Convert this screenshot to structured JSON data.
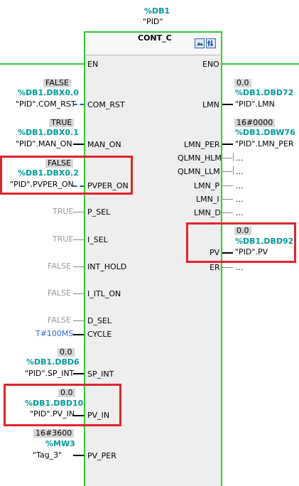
{
  "instance": {
    "db": "%DB1",
    "name": "\"PID\""
  },
  "block": {
    "type": "CONT_C"
  },
  "en_label": "EN",
  "eno_label": "ENO",
  "inputs": [
    {
      "pin": "COM_RST",
      "value": "FALSE",
      "address": "%DB1.DBX0.0",
      "tag": "\"PID\".COM_RST"
    },
    {
      "pin": "MAN_ON",
      "value": "TRUE",
      "address": "%DB1.DBX0.1",
      "tag": "\"PID\".MAN_ON"
    },
    {
      "pin": "PVPER_ON",
      "value": "FALSE",
      "address": "%DB1.DBX0.2",
      "tag": "\"PID\".PVPER_ON"
    },
    {
      "pin": "P_SEL",
      "value": "TRUE"
    },
    {
      "pin": "I_SEL",
      "value": "TRUE"
    },
    {
      "pin": "INT_HOLD",
      "value": "FALSE"
    },
    {
      "pin": "I_ITL_ON",
      "value": "FALSE"
    },
    {
      "pin": "D_SEL",
      "value": "FALSE"
    },
    {
      "pin": "CYCLE",
      "value": "T#100MS"
    },
    {
      "pin": "SP_INT",
      "value": "0.0",
      "address": "%DB1.DBD6",
      "tag": "\"PID\".SP_INT"
    },
    {
      "pin": "PV_IN",
      "value": "0.0",
      "address": "%DB1.DBD10",
      "tag": "\"PID\".PV_IN"
    },
    {
      "pin": "PV_PER",
      "value": "16#3600",
      "address": "%MW3",
      "tag": "\"Tag_3\""
    }
  ],
  "outputs": [
    {
      "pin": "LMN",
      "value": "0.0",
      "address": "%DB1.DBD72",
      "tag": "\"PID\".LMN"
    },
    {
      "pin": "LMN_PER",
      "value": "16#0000",
      "address": "%DB1.DBW76",
      "tag": "\"PID\".LMN_PER"
    },
    {
      "pin": "QLMN_HLM",
      "tag": "..."
    },
    {
      "pin": "QLMN_LLM",
      "tag": "..."
    },
    {
      "pin": "LMN_P",
      "tag": "..."
    },
    {
      "pin": "LMN_I",
      "tag": "..."
    },
    {
      "pin": "LMN_D",
      "tag": "..."
    },
    {
      "pin": "PV",
      "value": "0.0",
      "address": "%DB1.DBD92",
      "tag": "\"PID\".PV"
    },
    {
      "pin": "ER",
      "tag": "..."
    }
  ],
  "colors": {
    "wire_green": "#33cc33",
    "highlight_red": "#e0242b",
    "address_teal": "#009999"
  }
}
